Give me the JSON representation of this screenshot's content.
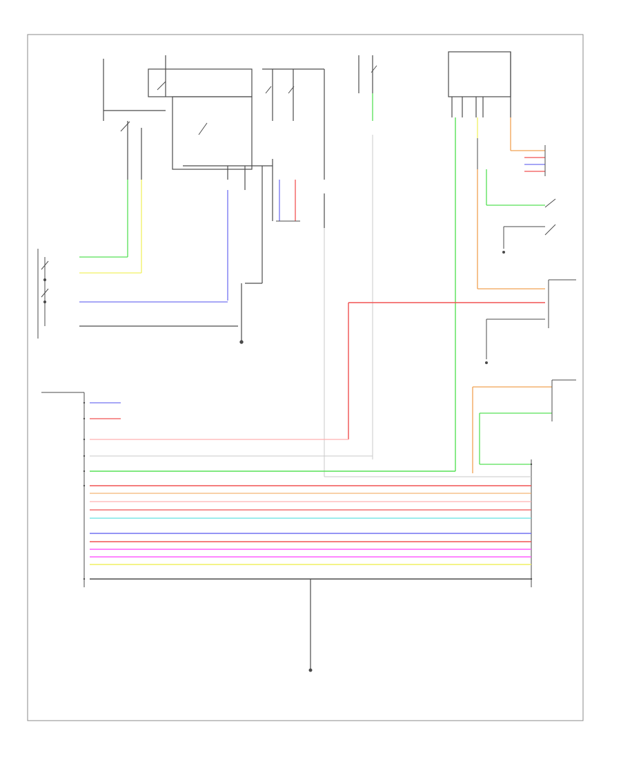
{
  "diagram_id": "",
  "colors": {
    "frame": "#8a8a8a",
    "wire_black": "#4a4a4a",
    "green": "#55e055",
    "yellow": "#f0f060",
    "blue": "#7070f0",
    "red": "#f05050",
    "pink": "#ff8a8a",
    "orange": "#f0a050",
    "light_green": "#b0e8a8",
    "cyan": "#60e0e0",
    "violet": "#ff5cff",
    "light_red": "#ffb0b0",
    "white_wire": "#c8c8c8"
  },
  "wires": [
    {
      "name": "wire-green-vertical",
      "color": "green"
    },
    {
      "name": "wire-red-horizontal",
      "color": "red"
    },
    {
      "name": "wire-orange-vertical",
      "color": "orange"
    }
  ],
  "components": [
    {
      "id": "fuse-box-top-left"
    },
    {
      "id": "ignition-relay"
    },
    {
      "id": "relay-block-right"
    },
    {
      "id": "turn-signal-switch-left"
    },
    {
      "id": "hazard-switch-right"
    },
    {
      "id": "combination-meter-bottom-right"
    },
    {
      "id": "bcm-module-left"
    },
    {
      "id": "ground-bottom"
    }
  ]
}
